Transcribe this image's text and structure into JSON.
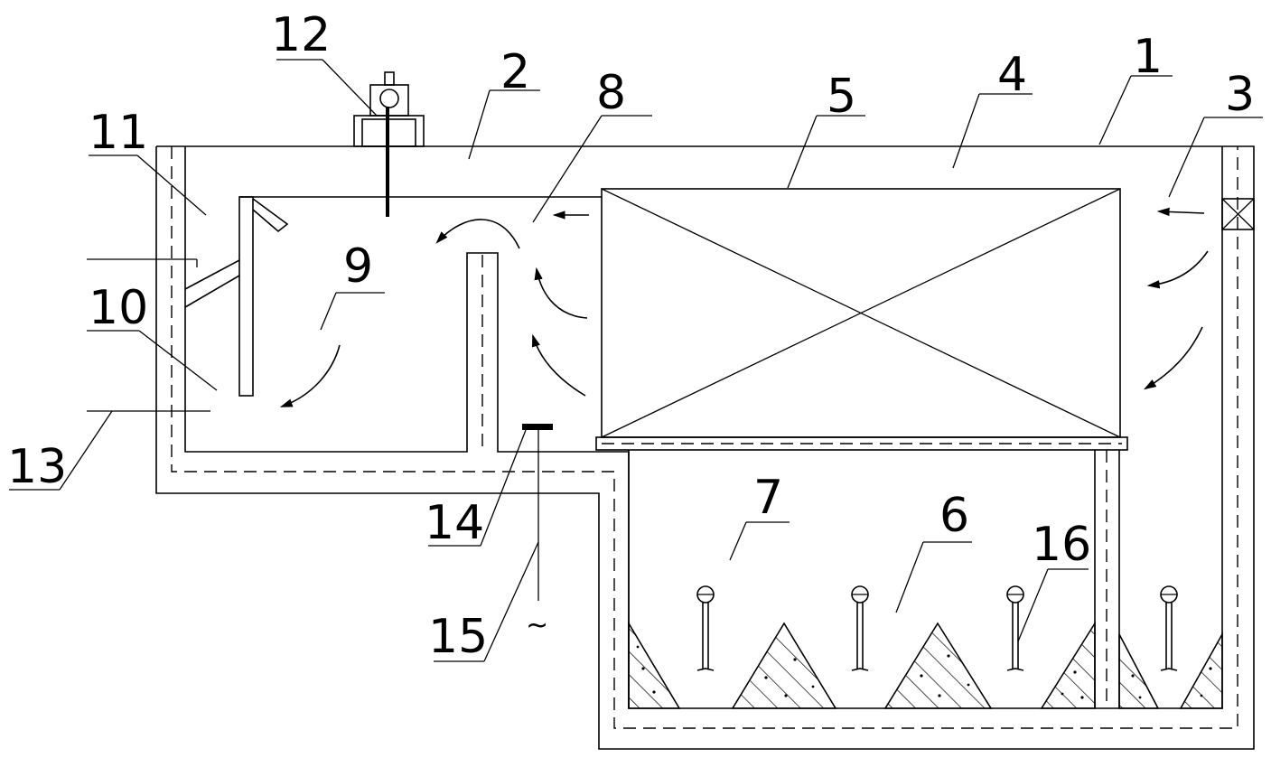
{
  "labels": {
    "l1": "1",
    "l2": "2",
    "l3": "3",
    "l4": "4",
    "l5": "5",
    "l6": "6",
    "l7": "7",
    "l8": "8",
    "l9": "9",
    "l10": "10",
    "l11": "11",
    "l12": "12",
    "l13": "13",
    "l14": "14",
    "l15": "15",
    "l16": "16"
  },
  "symbols": {
    "ac_source": "~"
  }
}
